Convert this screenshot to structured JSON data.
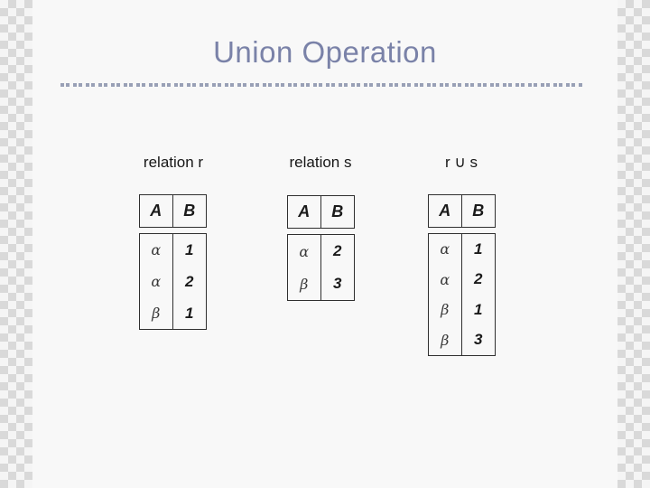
{
  "slide": {
    "title": "Union Operation"
  },
  "colors": {
    "slide_bg": "#f8f8f8",
    "title_color": "#7a82a8",
    "divider_color": "#99a0b6",
    "checker_dark": "#d9d9d9",
    "checker_light": "#f5f5f5"
  },
  "tables": [
    {
      "label": "relation r",
      "headers": [
        "A",
        "B"
      ],
      "rows": [
        [
          "α",
          "1"
        ],
        [
          "α",
          "2"
        ],
        [
          "β",
          "1"
        ]
      ]
    },
    {
      "label": "relation s",
      "headers": [
        "A",
        "B"
      ],
      "rows": [
        [
          "α",
          "2"
        ],
        [
          "β",
          "3"
        ]
      ]
    },
    {
      "label": "r ∪ s",
      "headers": [
        "A",
        "B"
      ],
      "rows": [
        [
          "α",
          "1"
        ],
        [
          "α",
          "2"
        ],
        [
          "β",
          "1"
        ],
        [
          "β",
          "3"
        ]
      ]
    }
  ]
}
